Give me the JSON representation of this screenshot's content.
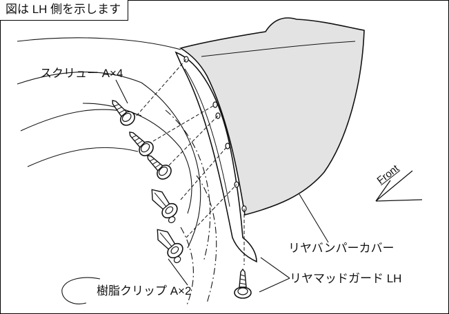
{
  "note": "図は LH 側を示します",
  "labels": {
    "screw": "スクリュー A×4",
    "clip": "樹脂クリップ A×2",
    "bumper_cover": "リヤバンパーカバー",
    "mud_guard": "リヤマッドガード LH",
    "front": "Front"
  },
  "colors": {
    "panel_fill": "#e3e3e3",
    "line": "#111111",
    "background": "#ffffff"
  },
  "icons": [
    "screw-icon",
    "clip-icon",
    "front-arrow-icon"
  ]
}
